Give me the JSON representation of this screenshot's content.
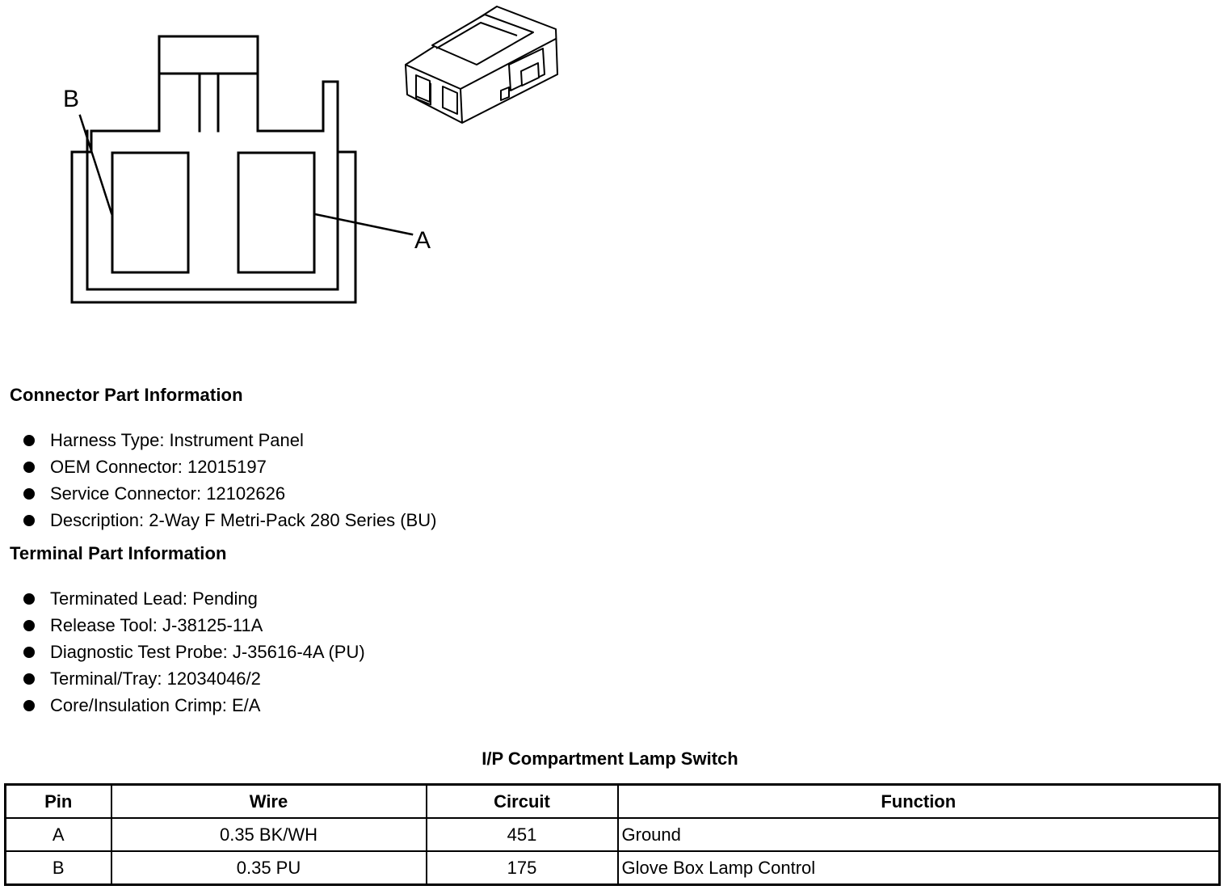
{
  "diagram": {
    "label_b": "B",
    "label_a": "A"
  },
  "connector_info": {
    "title": "Connector Part Information",
    "items": [
      "Harness Type: Instrument Panel",
      "OEM Connector: 12015197",
      "Service Connector: 12102626",
      "Description: 2-Way F Metri-Pack 280 Series (BU)"
    ]
  },
  "terminal_info": {
    "title": "Terminal Part Information",
    "items": [
      "Terminated Lead: Pending",
      "Release Tool: J-38125-11A",
      "Diagnostic Test Probe: J-35616-4A (PU)",
      "Terminal/Tray: 12034046/2",
      "Core/Insulation Crimp: E/A"
    ]
  },
  "pin_table": {
    "title": "I/P Compartment Lamp Switch",
    "headers": [
      "Pin",
      "Wire",
      "Circuit",
      "Function"
    ],
    "rows": [
      [
        "A",
        "0.35 BK/WH",
        "451",
        "Ground"
      ],
      [
        "B",
        "0.35 PU",
        "175",
        "Glove Box Lamp Control"
      ]
    ]
  }
}
